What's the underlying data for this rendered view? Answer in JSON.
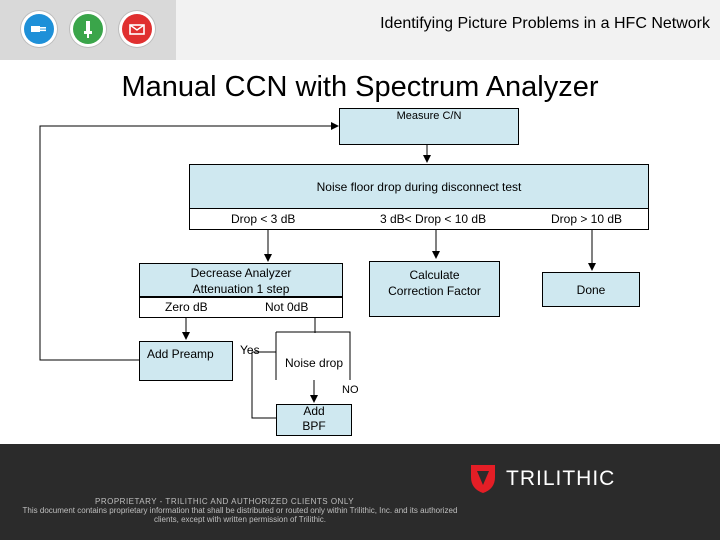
{
  "header": {
    "title": "Identifying Picture Problems in a HFC Network",
    "icons": [
      {
        "name": "plug-icon",
        "color": "#1e90d8"
      },
      {
        "name": "cable-icon",
        "color": "#3aa54a"
      },
      {
        "name": "envelope-icon",
        "color": "#e03030"
      }
    ]
  },
  "slide": {
    "title": "Manual CCN with Spectrum Analyzer"
  },
  "flow": {
    "measure": "Measure C/N",
    "noise_test": "Noise floor drop during disconnect test",
    "drop_lt3": "Drop < 3 dB",
    "drop_3to10": "3 dB< Drop < 10 dB",
    "drop_gt10": "Drop > 10 dB",
    "decrease_line1": "Decrease Analyzer",
    "decrease_line2": "Attenuation 1 step",
    "zero_db": "Zero dB",
    "not_0db": "Not 0dB",
    "calc_line1": "Calculate",
    "calc_line2": "Correction Factor",
    "done": "Done",
    "add_preamp": "Add Preamp",
    "yes": "Yes",
    "noise_drop": "Noise drop",
    "no": "NO",
    "add_bpf_line1": "Add",
    "add_bpf_line2": "BPF"
  },
  "footer": {
    "line1": "PROPRIETARY - TRILITHIC AND AUTHORIZED CLIENTS ONLY",
    "line2": "This document contains proprietary information that shall be distributed or routed only within Trilithic, Inc. and its authorized clients, except with written permission of Trilithic.",
    "logo": "TRILITHIC",
    "logo_color": "#e41e26"
  }
}
